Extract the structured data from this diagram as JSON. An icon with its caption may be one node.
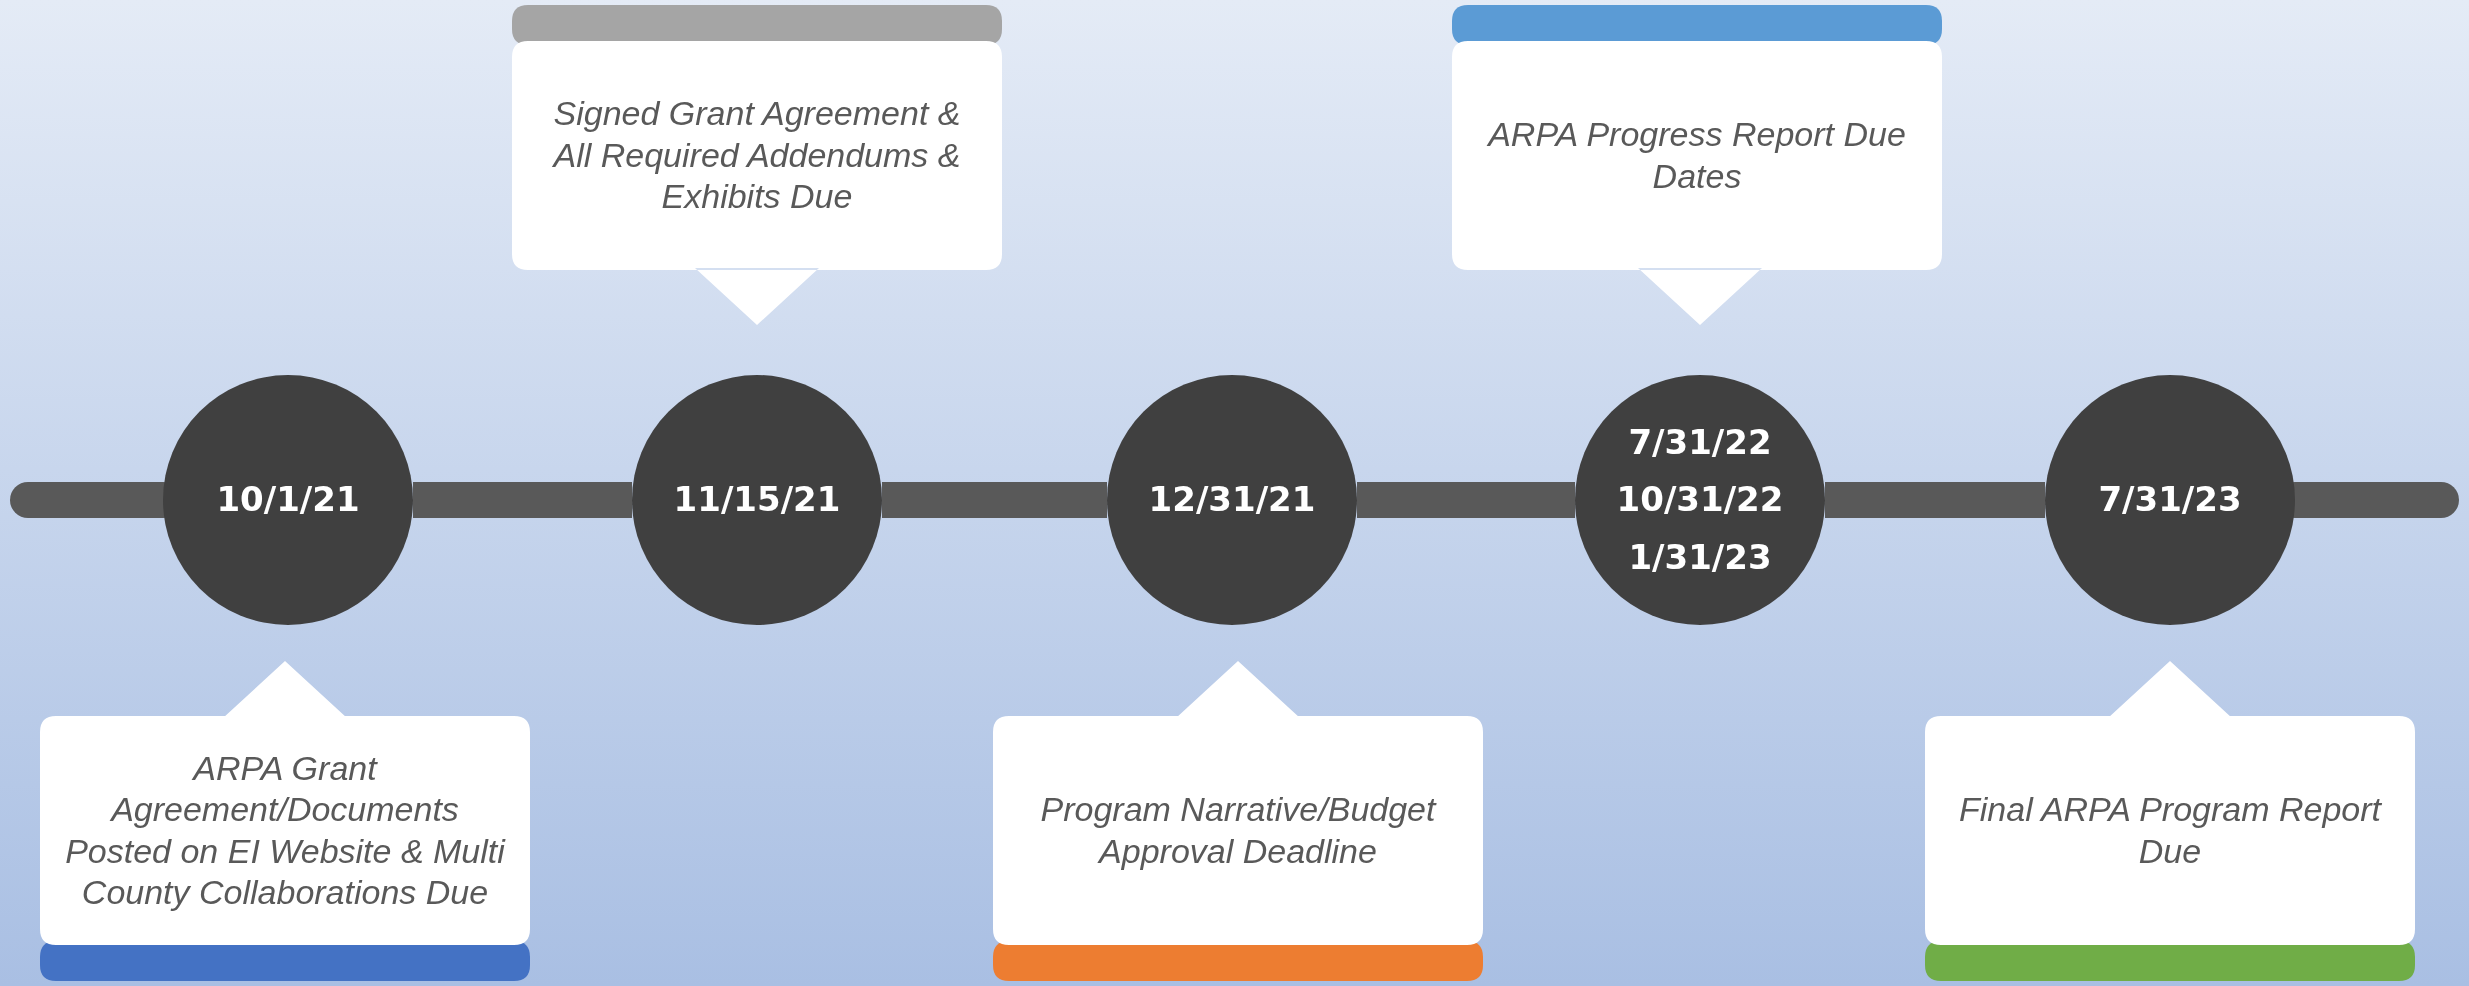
{
  "diagram": {
    "nodes": [
      {
        "text": [
          "10/1/21"
        ]
      },
      {
        "text": [
          "11/15/21"
        ]
      },
      {
        "text": [
          "12/31/21"
        ]
      },
      {
        "text": [
          "7/31/22",
          "10/31/22",
          "1/31/23"
        ]
      },
      {
        "text": [
          "7/31/23"
        ]
      },
      {
        "text": [
          "ARPA Grant Agreement/Documents Posted on EI Website & Multi County Collaborations Due"
        ]
      },
      {
        "text": [
          "Signed Grant Agreement & All Required Addendums & Exhibits Due"
        ]
      },
      {
        "text": [
          "Program Narrative/Budget Approval Deadline"
        ]
      },
      {
        "text": [
          "ARPA Progress Report Due Dates"
        ]
      },
      {
        "text": [
          "Final ARPA Program Report Due"
        ]
      }
    ],
    "edges": [
      {
        "from": 0,
        "to": 1,
        "arrow": "none"
      },
      {
        "from": 1,
        "to": 2,
        "arrow": "none"
      },
      {
        "from": 2,
        "to": 3,
        "arrow": "none"
      },
      {
        "from": 3,
        "to": 4,
        "arrow": "none"
      }
    ]
  }
}
